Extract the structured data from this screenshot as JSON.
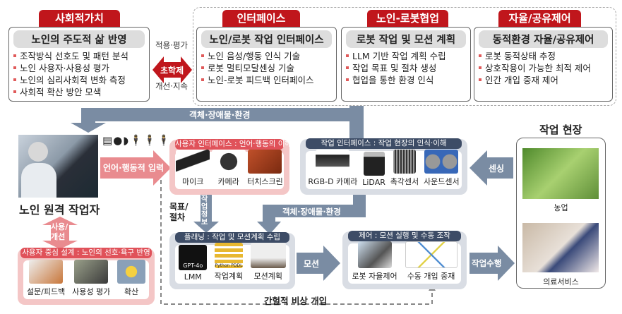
{
  "top": {
    "social": {
      "tab": "사회적가치",
      "title": "노인의 주도적 삶 반영",
      "items": [
        "조작방식 선호도 및 패턴 분석",
        "노인 사용자·사용성 평가",
        "노인의 심리사회적 변화 측정",
        "사회적 확산 방안 모색"
      ]
    },
    "bridge": {
      "top": "적용·평가",
      "center": "초학제",
      "bottom": "개선·지속"
    },
    "interface": {
      "tab": "인터페이스",
      "title": "노인/로봇 작업 인터페이스",
      "items": [
        "노인 음성/행동 인식 기술",
        "로봇 멀티모달센싱 기술",
        "노인-로봇 피드백 인터페이스"
      ]
    },
    "collab": {
      "tab": "노인-로봇협업",
      "title": "로봇 작업 및 모션 계획",
      "items": [
        "LLM 기반 작업 계획 수립",
        "작업 목표 및 절차 생성",
        "협업을 통한 환경 인식"
      ]
    },
    "control": {
      "tab": "자율/공유제어",
      "title": "동적환경 자율/공유제어",
      "items": [
        "로봇 동적상태 추정",
        "상호작용이 가능한 최적 제어",
        "인간 개입 중재 제어"
      ]
    }
  },
  "flow": {
    "env_top": "객체·장애물·환경",
    "env_mid": "객체·장애물·환경",
    "worker": "노인 원격 작업자",
    "input": "언어·행동적 입력",
    "use_improve": [
      "사용/",
      "개선"
    ],
    "goal_proc": [
      "목표/",
      "절차"
    ],
    "task_info": "작업정보",
    "sensing": "센싱",
    "motion": "모션",
    "perform": "작업수행",
    "emergency": "간헐적 비상 개입",
    "site_title": "작업 현장",
    "sites": [
      "농업",
      "의료서비스"
    ]
  },
  "panels": {
    "user_if": {
      "title": "사용자 인터페이스 : 언어·행동의 이해",
      "items": [
        "마이크",
        "카메라",
        "터치스크린"
      ]
    },
    "task_if": {
      "title": "작업 인터페이스 : 작업 현장의 인식·이해",
      "items": [
        "RGB-D 카메라",
        "LiDAR",
        "촉각센서",
        "사운드센서"
      ]
    },
    "planning": {
      "title": "플래닝 : 작업 및 모션계획 수립",
      "items": [
        "LMM",
        "작업계획",
        "모션계획"
      ],
      "gpt_label": "GPT-4o",
      "pddl_label": "Python PDDL"
    },
    "control": {
      "title": "제어 : 모션 실행 및 수동 조작",
      "items": [
        "로봇 자율제어",
        "수동 개입 중재"
      ]
    },
    "ucd": {
      "title": "사용자 중심 설계 : 노인의 선호·욕구 반영",
      "items": [
        "설문/피드백",
        "사용성 평가",
        "확산"
      ]
    }
  },
  "colors": {
    "red": "#c0161c",
    "pink": "#f4c6c6",
    "pinkHead": "#e0525a",
    "slate": "#7a8ca3",
    "navy": "#3d4c66",
    "panelGray": "#d9dde4"
  }
}
